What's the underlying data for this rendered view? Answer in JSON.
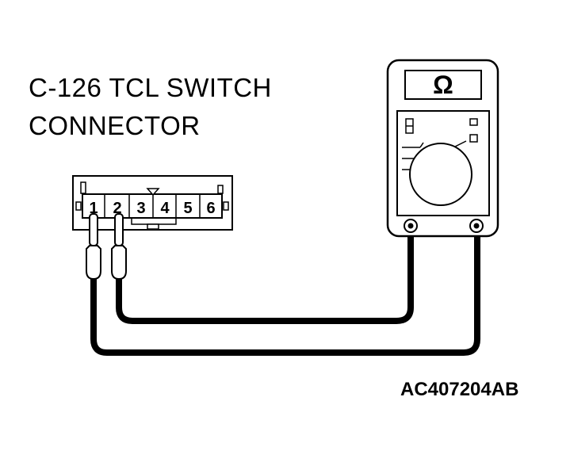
{
  "title": {
    "line1": "C-126 TCL SWITCH",
    "line2": "CONNECTOR"
  },
  "connector": {
    "pins": [
      "1",
      "2",
      "3",
      "4",
      "5",
      "6"
    ]
  },
  "meter": {
    "display_symbol": "Ω",
    "icon": "ohmmeter-icon"
  },
  "figure_code": "AC407204AB"
}
